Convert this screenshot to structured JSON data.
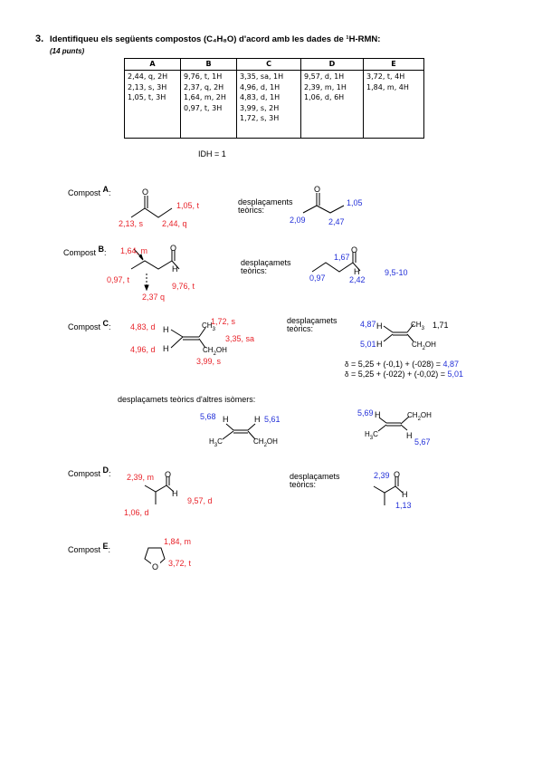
{
  "question": {
    "number": "3.",
    "text": "Identifiqueu els següents compostos (C₄H₈O) d'acord amb les dades de ¹H-RMN:",
    "points": "(14 punts)"
  },
  "nmr_table": {
    "headers": [
      "A",
      "B",
      "C",
      "D",
      "E"
    ],
    "columns": [
      [
        "2,44, q, 2H",
        "2,13, s, 3H",
        "1,05, t, 3H"
      ],
      [
        "9,76, t, 1H",
        "2,37, q, 2H",
        "1,64, m, 2H",
        "0,97, t, 3H"
      ],
      [
        "3,35, sa, 1H",
        "4,96, d, 1H",
        "4,83, d, 1H",
        "3,99, s, 2H",
        "1,72, s, 3H"
      ],
      [
        "9,57, d, 1H",
        "2,39, m, 1H",
        "1,06, d, 6H"
      ],
      [
        "3,72, t, 4H",
        "1,84, m, 4H"
      ]
    ]
  },
  "idh": "IDH = 1",
  "compounds": {
    "label": "Compost",
    "teorics_a": "desplaçaments\nteòrics:",
    "teorics_b": "desplaçamets\nteòrics:",
    "A": {
      "letter": "A",
      "exp": [
        "1,05, t",
        "2,13, s",
        "2,44, q"
      ],
      "theo": [
        "1,05",
        "2,09",
        "2,47"
      ]
    },
    "B": {
      "letter": "B",
      "exp": [
        "1,64, m",
        "0,97, t",
        "9,76, t",
        "2,37 q"
      ],
      "theo": [
        "1,67",
        "0,97",
        "2,42",
        "9,5-10"
      ]
    },
    "C": {
      "letter": "C",
      "exp": [
        "4,83, d",
        "1,72, s",
        "3,35, sa",
        "4,96, d",
        "3,99, s"
      ],
      "theo": [
        "4,87",
        "1,71",
        "5,01"
      ],
      "calc": [
        "= 5,25 + (-0,1) + (-028) = ",
        "4,87",
        "= 5,25 + (-022) + (-0,02) = ",
        "5,01"
      ],
      "delta": "δ",
      "other_isomers": "desplaçamets teòrics d'altres isòmers:",
      "iso1": [
        "5,68",
        "5,61"
      ],
      "iso2": [
        "5,69",
        "5,67"
      ]
    },
    "D": {
      "letter": "D",
      "exp": [
        "2,39, m",
        "9,57, d",
        "1,06, d"
      ],
      "theo": [
        "2,39",
        "1,13"
      ]
    },
    "E": {
      "letter": "E",
      "exp": [
        "1,84, m",
        "3,72, t"
      ]
    }
  },
  "atoms": {
    "O": "O",
    "H": "H",
    "CH3": "CH",
    "CH2OH": "CH",
    "H3C": "H",
    "OH": "OH",
    "sub3": "3",
    "sub2": "2",
    "CH3_171": "CH",
    "sub3b": "3",
    "val171": "1,71"
  }
}
